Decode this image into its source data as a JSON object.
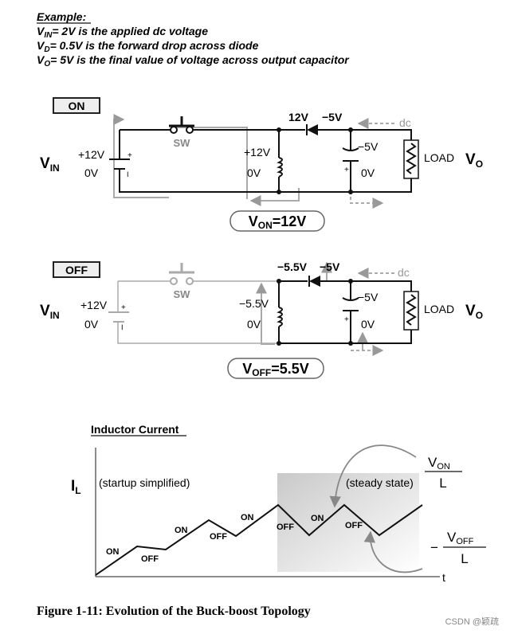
{
  "example": {
    "heading": "Example:",
    "line1": {
      "sym": "V",
      "sub": "IN",
      "text": "= 2V is the applied dc voltage"
    },
    "line2": {
      "sym": "V",
      "sub": "D",
      "text": "= 0.5V is the forward drop across diode"
    },
    "line3": {
      "sym": "V",
      "sub": "O",
      "text": "= 5V is the final value of voltage across output capacitor"
    }
  },
  "on_circuit": {
    "state_label": "ON",
    "vin_sym": "V",
    "vin_sub": "IN",
    "batt_top": "+12V",
    "batt_bot": "0V",
    "plus": "+",
    "minus": "I",
    "switch_label": "SW",
    "ind_top": "+12V",
    "ind_bot": "0V",
    "diode_left": "12V",
    "diode_right": "−5V",
    "dc": "dc",
    "cap_top": "−5V",
    "cap_bot": "0V",
    "cap_plus": "+",
    "load": "LOAD",
    "vo_sym": "V",
    "vo_sub": "O",
    "eq_sym": "V",
    "eq_sub": "ON",
    "eq_val": "=12V"
  },
  "off_circuit": {
    "state_label": "OFF",
    "vin_sym": "V",
    "vin_sub": "IN",
    "batt_top": "+12V",
    "batt_bot": "0V",
    "plus": "+",
    "minus": "I",
    "switch_label": "SW",
    "ind_top": "−5.5V",
    "ind_bot": "0V",
    "diode_left": "−5.5V",
    "diode_right": "−5V",
    "dc": "dc",
    "cap_top": "−5V",
    "cap_bot": "0V",
    "cap_plus": "+",
    "load": "LOAD",
    "vo_sym": "V",
    "vo_sub": "O",
    "eq_sym": "V",
    "eq_sub": "OFF",
    "eq_val": "=5.5V"
  },
  "graph": {
    "title": "Inductor Current",
    "ylabel_sym": "I",
    "ylabel_sub": "L",
    "xlabel": "t",
    "startup": "(startup simplified)",
    "steady": "(steady state)",
    "on": "ON",
    "off": "OFF",
    "slope_on_num_sym": "V",
    "slope_on_num_sub": "ON",
    "slope_on_den": "L",
    "slope_off_sign": "−",
    "slope_off_num_sym": "V",
    "slope_off_num_sub": "OFF",
    "slope_off_den": "L"
  },
  "caption": "Figure 1-11: Evolution of the Buck-boost Topology",
  "watermark": "CSDN @颖疏"
}
